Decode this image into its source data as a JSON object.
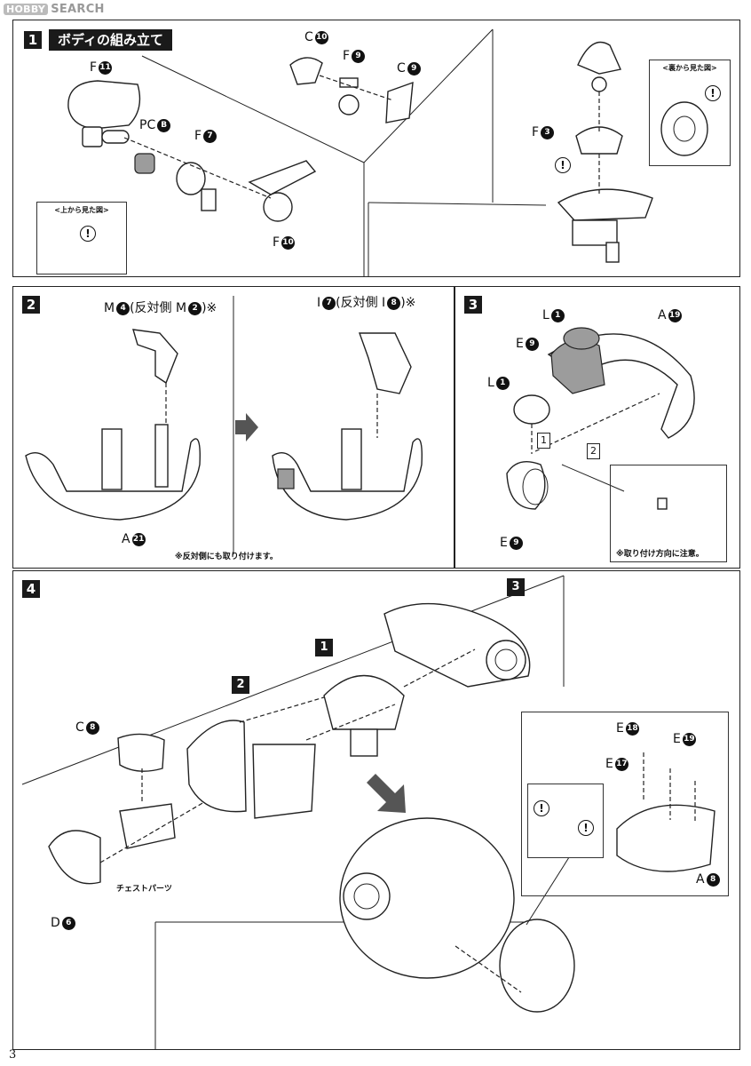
{
  "watermark": {
    "logo": "HOBBY",
    "text": "SEARCH"
  },
  "page_number": "3",
  "step1": {
    "num": "1",
    "title": "ボディの組み立て",
    "labels": {
      "f11": "F",
      "f11c": "11",
      "pcb": "PC",
      "pcbc": "B",
      "f7": "F",
      "f7c": "7",
      "f10": "F",
      "f10c": "10",
      "c10": "C",
      "c10c": "10",
      "f9": "F",
      "f9c": "9",
      "c9": "C",
      "c9c": "9",
      "f3": "F",
      "f3c": "3"
    },
    "top_view_title": "<上から見た図>",
    "back_view_title": "<裏から見た図>",
    "warn": "!"
  },
  "step2": {
    "num": "2",
    "m_label": "M",
    "m_c": "4",
    "m_opp": "(反対側 M",
    "m_opp_c": "2",
    "m_end": ")※",
    "i_label": "I",
    "i_c": "7",
    "i_opp": "(反対側 I",
    "i_opp_c": "8",
    "i_end": ")※",
    "a_label": "A",
    "a_c": "21",
    "note": "※反対側にも取り付けます。"
  },
  "step3": {
    "num": "3",
    "l1": "L",
    "l1c": "1",
    "a19": "A",
    "a19c": "19",
    "e9a": "E",
    "e9ac": "9",
    "l1b": "L",
    "l1bc": "1",
    "e9b": "E",
    "e9bc": "9",
    "seq1": "1",
    "seq2": "2",
    "note": "※取り付け方向に注意。"
  },
  "step4": {
    "num": "4",
    "c8": "C",
    "c8c": "8",
    "d6": "D",
    "d6c": "6",
    "chest": "チェストパーツ",
    "ref1": "1",
    "ref2": "2",
    "ref3": "3",
    "e18": "E",
    "e18c": "18",
    "e19": "E",
    "e19c": "19",
    "e17": "E",
    "e17c": "17",
    "a8": "A",
    "a8c": "8"
  }
}
